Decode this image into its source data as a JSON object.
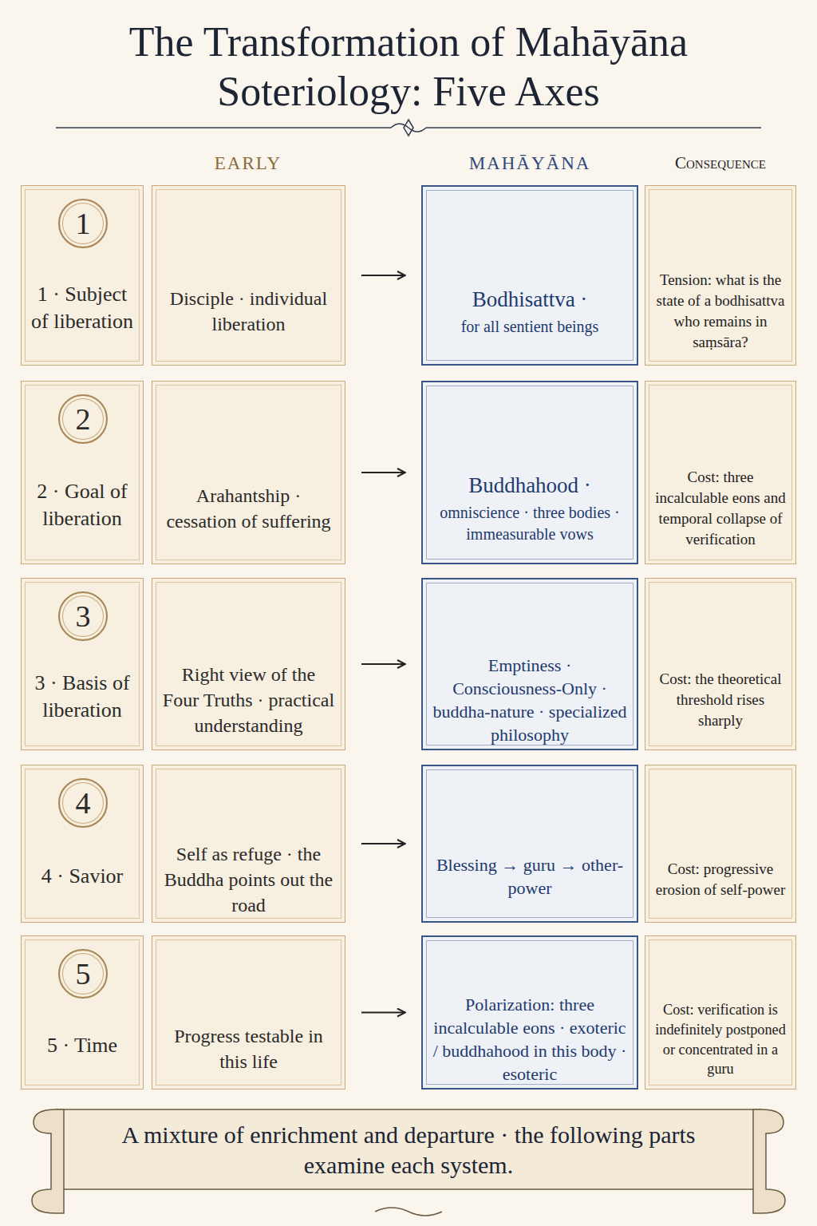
{
  "diagram": {
    "title": "The Transformation of Mahāyāna Soteriology: Five Axes",
    "caption": "A mixture of enrichment and departure · the following parts examine each system.",
    "nodes": [
      {
        "text": [
          "1 · Subject of liberation"
        ]
      },
      {
        "text": [
          "1"
        ],
        "in": 0
      },
      {
        "text": [
          "Disciple · individual liberation"
        ]
      },
      {
        "text": [
          "Bodhisattva ·",
          "for all sentient beings"
        ]
      },
      {
        "text": [
          "Tension: what is the state of a bodhisattva who remains in saṃsāra?"
        ]
      },
      {
        "text": [
          "2 · Goal of liberation"
        ]
      },
      {
        "text": [
          "2"
        ],
        "in": 5
      },
      {
        "text": [
          "Arahantship · cessation of suffering"
        ]
      },
      {
        "text": [
          "Buddhahood ·",
          "omniscience · three bodies · immeasurable vows"
        ]
      },
      {
        "text": [
          "Cost: three incalculable eons and temporal collapse of verification"
        ]
      },
      {
        "text": [
          "3 · Basis of liberation"
        ]
      },
      {
        "text": [
          "3"
        ],
        "in": 10
      },
      {
        "text": [
          "Right view of the Four Truths · practical understanding"
        ]
      },
      {
        "text": [
          "Emptiness · Consciousness-Only · buddha-nature · specialized philosophy"
        ]
      },
      {
        "text": [
          "Cost: the theoretical threshold rises sharply"
        ]
      },
      {
        "text": [
          "4 · Savior"
        ]
      },
      {
        "text": [
          "4"
        ],
        "in": 15
      },
      {
        "text": [
          "Self as refuge · the Buddha points out the road"
        ]
      },
      {
        "text": [
          "Blessing → guru → other-power"
        ]
      },
      {
        "text": [
          "Cost: progressive erosion of self-power"
        ]
      },
      {
        "text": [
          "5 · Time"
        ]
      },
      {
        "text": [
          "5"
        ],
        "in": 20
      },
      {
        "text": [
          "Progress testable in this life"
        ]
      },
      {
        "text": [
          "Polarization: three incalculable eons · exoteric / buddhahood in this body · esoteric"
        ]
      },
      {
        "text": [
          "Cost: verification is indefinitely postponed or concentrated in a guru"
        ]
      }
    ],
    "edges": [
      {
        "from": 2,
        "to": 3,
        "arrow": "to"
      },
      {
        "from": 7,
        "to": 8,
        "arrow": "to"
      },
      {
        "from": 12,
        "to": 13,
        "arrow": "to"
      },
      {
        "from": 17,
        "to": 18,
        "arrow": "to"
      },
      {
        "from": 22,
        "to": 23,
        "arrow": "to"
      }
    ],
    "labels": [
      "EARLY",
      "MAHĀYĀNA",
      "Consequence"
    ]
  }
}
